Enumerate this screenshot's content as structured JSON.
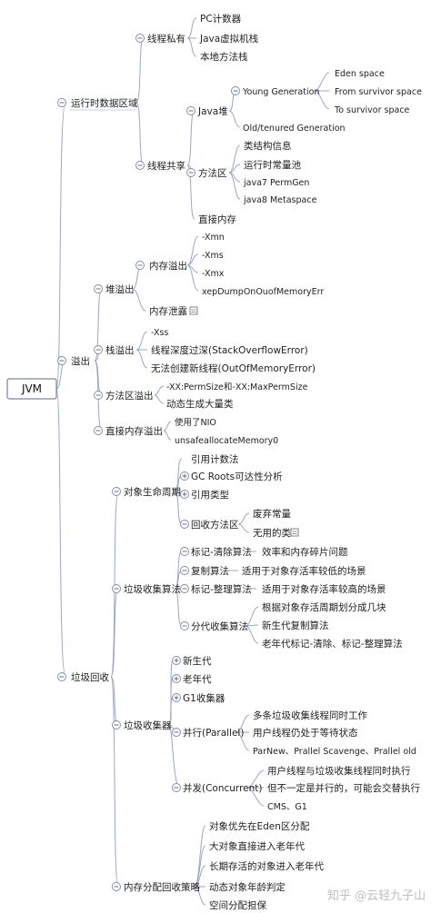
{
  "root": {
    "label": "JVM"
  },
  "runtime": {
    "label": "运行时数据区域",
    "private": {
      "label": "线程私有",
      "items": [
        "PC计数器",
        "Java虚拟机栈",
        "本地方法栈"
      ]
    },
    "shared": {
      "label": "线程共享",
      "heap": {
        "label": "Java堆",
        "young": {
          "label": "Young Generation",
          "items": [
            "Eden space",
            "From survivor space",
            "To survivor space"
          ]
        },
        "old": "Old/tenured Generation"
      },
      "method": {
        "label": "方法区",
        "items": [
          "类结构信息",
          "运行时常量池",
          "java7 PermGen",
          "java8 Metaspace"
        ]
      },
      "direct": "直接内存"
    }
  },
  "overflow": {
    "label": "溢出",
    "heap": {
      "label": "堆溢出",
      "oom": {
        "label": "内存溢出",
        "items": [
          "-Xmn",
          "-Xms",
          "-Xmx",
          "xepDumpOnOuofMemoryErr"
        ]
      },
      "leak": "内存泄露"
    },
    "stack": {
      "label": "栈溢出",
      "items": [
        "-Xss",
        "线程深度过深(StackOverflowError)",
        "无法创建新线程(OutOfMemoryError)"
      ]
    },
    "method": {
      "label": "方法区溢出",
      "items": [
        "-XX:PermSize和-XX:MaxPermSize",
        "动态生成大量类"
      ]
    },
    "direct": {
      "label": "直接内存溢出",
      "items": [
        "使用了NIO",
        "unsafeallocateMemory0"
      ]
    }
  },
  "gc": {
    "label": "垃圾回收",
    "lifecycle": {
      "label": "对象生命周期",
      "items": [
        "引用计数法",
        "GC Roots可达性分析",
        "引用类型"
      ],
      "reclaim": {
        "label": "回收方法区",
        "items": [
          "废弃常量",
          "无用的类"
        ]
      }
    },
    "algorithms": {
      "label": "垃圾收集算法",
      "mark_sweep": {
        "label": "标记-清除算法",
        "note": "效率和内存碎片问题"
      },
      "copying": {
        "label": "复制算法",
        "note": "适用于对象存活率较低的场景"
      },
      "mark_compact": {
        "label": "标记-整理算法",
        "note": "适用于对象存活率较高的场景"
      },
      "generational": {
        "label": "分代收集算法",
        "items": [
          "根据对象存活周期划分成几块",
          "新生代复制算法",
          "老年代标记-清除、标记-整理算法"
        ]
      }
    },
    "collectors": {
      "label": "垃圾收集器",
      "items": [
        "新生代",
        "老年代",
        "G1收集器"
      ],
      "parallel": {
        "label": "并行(Parallel)",
        "items": [
          "多条垃圾收集线程同时工作",
          "用户线程仍处于等待状态",
          "ParNew、Prallel Scavenge、Prallel old"
        ]
      },
      "concurrent": {
        "label": "并发(Concurrent)",
        "items": [
          "用户线程与垃圾收集线程同时执行",
          "但不一定是并行的，可能会交替执行",
          "CMS、G1"
        ]
      }
    },
    "allocation": {
      "label": "内存分配回收策略",
      "items": [
        "对象优先在Eden区分配",
        "大对象直接进入老年代",
        "长期存活的对象进入老年代",
        "动态对象年龄判定",
        "空间分配担保"
      ]
    }
  },
  "watermark": "知乎 @云轻九子山"
}
